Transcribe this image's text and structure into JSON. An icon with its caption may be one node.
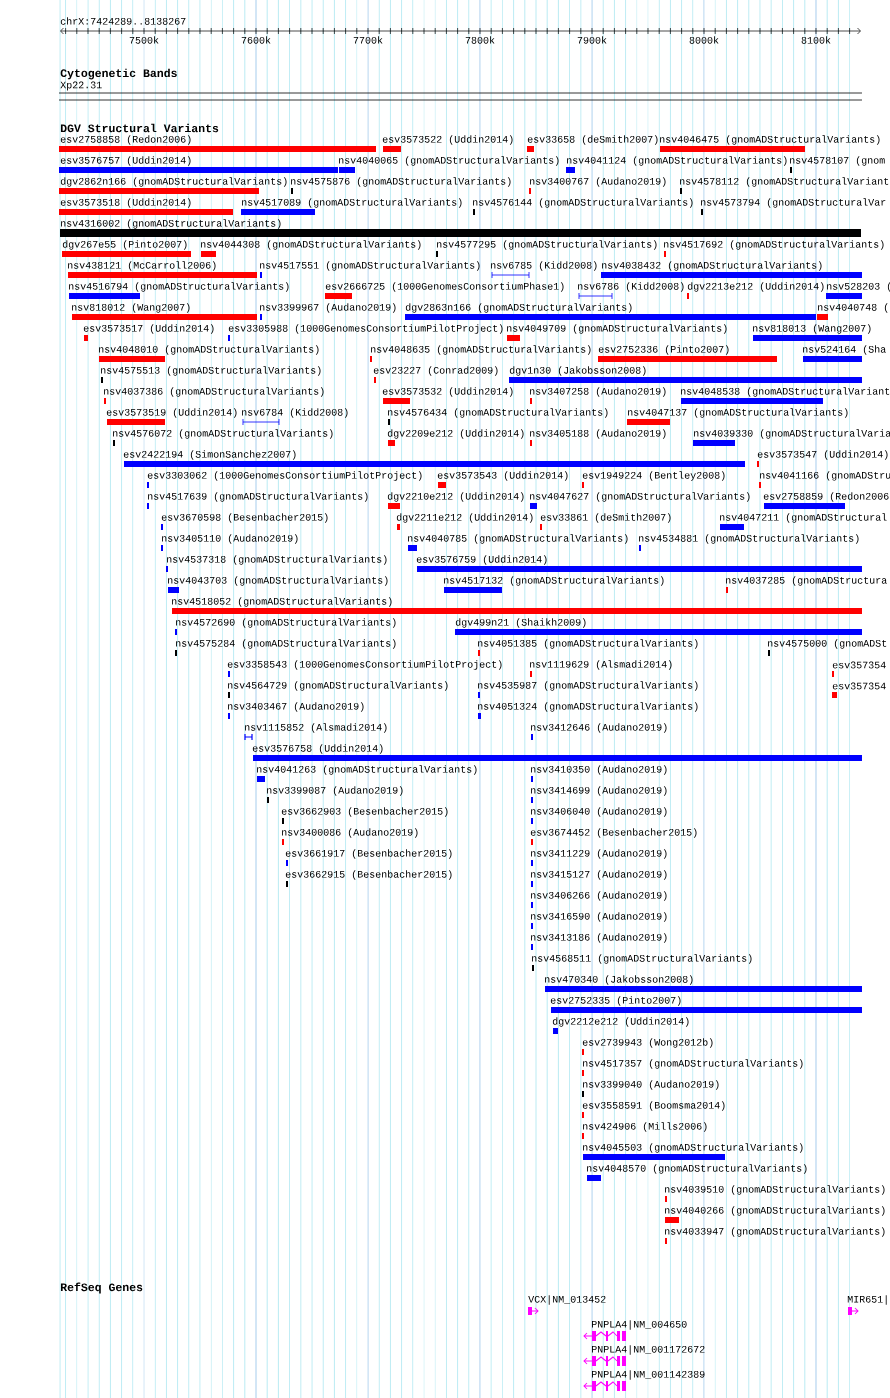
{
  "diagram": {
    "labels": [
      "chrX:7424289..8138267",
      "7500k",
      "7600k",
      "7700k",
      "7800k",
      "7900k",
      "8000k",
      "8100k",
      "Cytogenetic Bands",
      "Xp22.31",
      "DGV Structural Variants",
      "esv2758858 (Redon2006)",
      "esv3573522 (Uddin2014)",
      "esv33658 (deSmith2007)",
      "nsv4046475 (gnomADStructuralVariants)",
      "esv3576757 (Uddin2014)",
      "nsv4040065 (gnomADStructuralVariants)",
      "nsv4041124 (gnomADStructuralVariants)",
      "nsv4578107 (gnom",
      "dgv2862n166 (gnomADStructuralVariants)",
      "nsv4575876 (gnomADStructuralVariants)",
      "nsv3400767 (Audano2019)",
      "nsv4578112 (gnomADStructuralVariant",
      "esv3573518 (Uddin2014)",
      "nsv4517089 (gnomADStructuralVariants)",
      "nsv4576144 (gnomADStructuralVariants)",
      "nsv4573794 (gnomADStructuralVar",
      "nsv4316002 (gnomADStructuralVariants)",
      "dgv267e55 (Pinto2007)",
      "nsv4044308 (gnomADStructuralVariants)",
      "nsv4577295 (gnomADStructuralVariants)",
      "nsv4517692 (gnomADStructuralVariants)",
      "nsv438121 (McCarroll2006)",
      "nsv4517551 (gnomADStructuralVariants)",
      "nsv6785 (Kidd2008)",
      "nsv4038432 (gnomADStructuralVariants)",
      "nsv4516794 (gnomADStructuralVariants)",
      "esv2666725 (1000GenomesConsortiumPhase1)",
      "nsv6786 (Kidd2008)",
      "dgv2213e212 (Uddin2014)",
      "nsv528203 (",
      "nsv818012 (Wang2007)",
      "nsv3399967 (Audano2019)",
      "dgv2863n166 (gnomADStructuralVariants)",
      "nsv4040748 (",
      "esv3573517 (Uddin2014)",
      "esv3305988 (1000GenomesConsortiumPilotProject)",
      "nsv4049709 (gnomADStructuralVariants)",
      "nsv818013 (Wang2007)",
      "nsv4048010 (gnomADStructuralVariants)",
      "nsv4048635 (gnomADStructuralVariants)",
      "esv2752336 (Pinto2007)",
      "nsv524164 (Sha",
      "nsv4575513 (gnomADStructuralVariants)",
      "esv23227 (Conrad2009)",
      "dgv1n30 (Jakobsson2008)",
      "nsv4037386 (gnomADStructuralVariants)",
      "esv3573532 (Uddin2014)",
      "nsv3407258 (Audano2019)",
      "nsv4048538 (gnomADStructuralVariant",
      "esv3573519 (Uddin2014)",
      "nsv6784 (Kidd2008)",
      "nsv4576434 (gnomADStructuralVariants)",
      "nsv4047137 (gnomADStructuralVariants)",
      "nsv4576072 (gnomADStructuralVariants)",
      "dgv2209e212 (Uddin2014)",
      "nsv3405188 (Audano2019)",
      "nsv4039330 (gnomADStructuralVaria",
      "esv2422194 (SimonSanchez2007)",
      "esv3573547 (Uddin2014)",
      "esv3303062 (1000GenomesConsortiumPilotProject)",
      "esv3573543 (Uddin2014)",
      "esv1949224 (Bentley2008)",
      "nsv4041166 (gnomADStru",
      "nsv4517639 (gnomADStructuralVariants)",
      "dgv2210e212 (Uddin2014)",
      "nsv4047627 (gnomADStructuralVariants)",
      "esv2758859 (Redon2006",
      "esv3670598 (Besenbacher2015)",
      "dgv2211e212 (Uddin2014)",
      "esv33861 (deSmith2007)",
      "nsv4047211 (gnomADStructural",
      "nsv3405110 (Audano2019)",
      "nsv4040785 (gnomADStructuralVariants)",
      "nsv4534881 (gnomADStructuralVariants)",
      "nsv4537318 (gnomADStructuralVariants)",
      "esv3576759 (Uddin2014)",
      "nsv4043703 (gnomADStructuralVariants)",
      "nsv4517132 (gnomADStructuralVariants)",
      "nsv4037285 (gnomADStructura",
      "nsv4518052 (gnomADStructuralVariants)",
      "nsv4572690 (gnomADStructuralVariants)",
      "dgv499n21 (Shaikh2009)",
      "nsv4575284 (gnomADStructuralVariants)",
      "nsv4051385 (gnomADStructuralVariants)",
      "nsv4575000 (gnomADSt",
      "esv3358543 (1000GenomesConsortiumPilotProject)",
      "nsv1119629 (Alsmadi2014)",
      "esv357354",
      "nsv4564729 (gnomADStructuralVariants)",
      "nsv4535987 (gnomADStructuralVariants)",
      "esv357354",
      "nsv3403467 (Audano2019)",
      "nsv4051324 (gnomADStructuralVariants)",
      "nsv1115852 (Alsmadi2014)",
      "nsv3412646 (Audano2019)",
      "esv3576758 (Uddin2014)",
      "nsv4041263 (gnomADStructuralVariants)",
      "nsv3410350 (Audano2019)",
      "nsv3399087 (Audano2019)",
      "nsv3414699 (Audano2019)",
      "esv3662903 (Besenbacher2015)",
      "nsv3406040 (Audano2019)",
      "nsv3400086 (Audano2019)",
      "esv3674452 (Besenbacher2015)",
      "esv3661917 (Besenbacher2015)",
      "nsv3411229 (Audano2019)",
      "esv3662915 (Besenbacher2015)",
      "nsv3415127 (Audano2019)",
      "nsv3406266 (Audano2019)",
      "nsv3416590 (Audano2019)",
      "nsv3413186 (Audano2019)",
      "nsv4568511 (gnomADStructuralVariants)",
      "nsv470340 (Jakobsson2008)",
      "esv2752335 (Pinto2007)",
      "dgv2212e212 (Uddin2014)",
      "esv2739943 (Wong2012b)",
      "nsv4517357 (gnomADStructuralVariants)",
      "nsv3399040 (Audano2019)",
      "esv3558591 (Boomsma2014)",
      "nsv424906 (Mills2006)",
      "nsv4045503 (gnomADStructuralVariants)",
      "nsv4048570 (gnomADStructuralVariants)",
      "nsv4039510 (gnomADStructuralVariants)",
      "nsv4040266 (gnomADStructuralVariants)",
      "nsv4033947 (gnomADStructuralVariants)",
      "RefSeq Genes",
      "VCX|NM_013452",
      "MIR651|",
      "PNPLA4|NM_004650",
      "PNPLA4|NM_001172672",
      "PNPLA4|NM_001142389"
    ]
  }
}
